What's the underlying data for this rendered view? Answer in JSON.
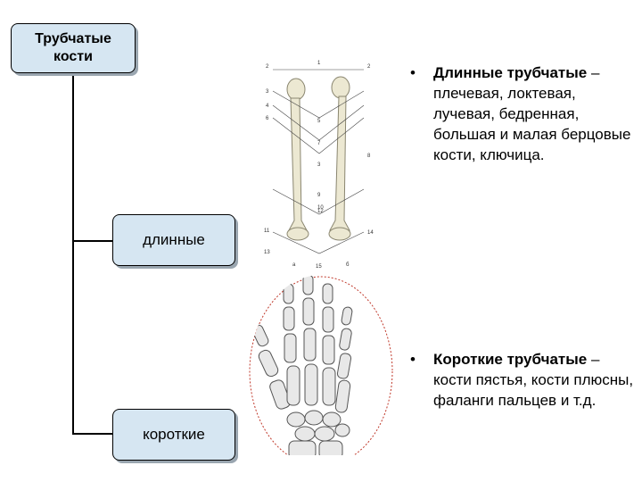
{
  "root": {
    "label": "Трубчатые\nкости"
  },
  "branches": [
    {
      "label": "длинные"
    },
    {
      "label": "короткие"
    }
  ],
  "long_bones": {
    "bullet": "•",
    "heading": "Длинные трубчатые",
    "dash": " –",
    "text": "плечевая, локтевая, лучевая, бедренная, большая и малая берцовые кости, ключица."
  },
  "short_bones": {
    "bullet": "•",
    "heading": "Короткие трубчатые",
    "dash": " –",
    "text": "кости пястья, кости плюсны, фаланги пальцев и т.д."
  },
  "figure_labels": [
    "1",
    "2",
    "2",
    "3",
    "4",
    "5",
    "6",
    "7",
    "8",
    "3",
    "9",
    "10",
    "12",
    "11",
    "14",
    "13",
    "а",
    "15",
    "б"
  ],
  "colors": {
    "box_fill": "#d6e6f2",
    "bone": "#ece8d2",
    "bone_stroke": "#8a8670"
  }
}
